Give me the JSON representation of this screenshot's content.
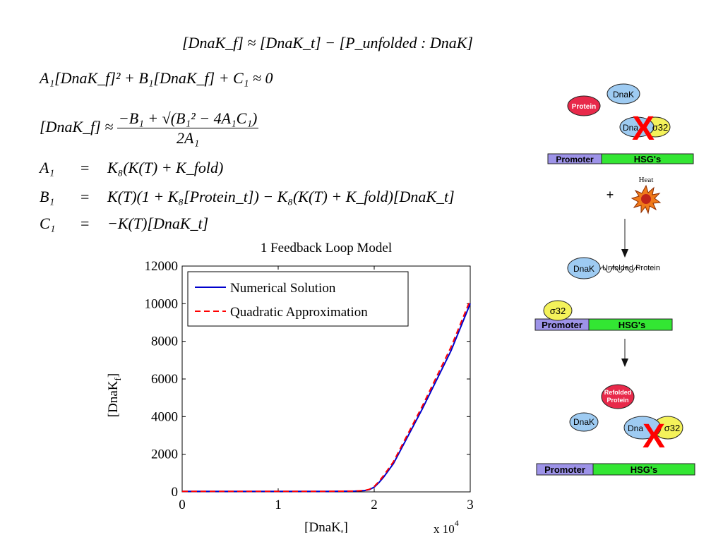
{
  "equations": {
    "eq1": "[DnaK_f] ≈ [DnaK_t] − [P_unfolded : DnaK]",
    "eq2": "A₁[DnaK_f]² + B₁[DnaK_f] + C₁ ≈ 0",
    "eq3_lhs": "[DnaK_f] ≈",
    "eq3_num": "−B₁ + √(B₁² − 4A₁C₁)",
    "eq3_den": "2A₁",
    "a1_lhs": "A₁",
    "a1_rhs": "K₈(K(T) + K_fold)",
    "b1_lhs": "B₁",
    "b1_rhs": "K(T)(1 + K₈[Protein_t]) − K₈(K(T) + K_fold)[DnaK_t]",
    "c1_lhs": "C₁",
    "c1_rhs": "−K(T)[DnaK_t]",
    "eq_sign": "="
  },
  "chart_data": {
    "type": "line",
    "title": "1 Feedback Loop Model",
    "xlabel": "[DnaK_t]",
    "ylabel": "[DnaK_f]",
    "x_multiplier": "x 10^4",
    "xlim": [
      0,
      30000
    ],
    "ylim": [
      0,
      12000
    ],
    "x_ticks": [
      0,
      10000,
      20000,
      30000
    ],
    "x_tick_labels": [
      "0",
      "1",
      "2",
      "3"
    ],
    "y_ticks": [
      0,
      2000,
      4000,
      6000,
      8000,
      10000,
      12000
    ],
    "y_tick_labels": [
      "0",
      "2000",
      "4000",
      "6000",
      "8000",
      "10000",
      "12000"
    ],
    "grid": false,
    "legend_position": "top-left",
    "series": [
      {
        "name": "Numerical Solution",
        "color": "#0000cc",
        "style": "solid",
        "x": [
          0,
          5000,
          10000,
          15000,
          18000,
          19000,
          19500,
          20000,
          20500,
          21000,
          22000,
          25000,
          28000,
          30000
        ],
        "y": [
          30,
          30,
          30,
          30,
          40,
          70,
          120,
          250,
          500,
          800,
          1500,
          4400,
          7500,
          10000
        ]
      },
      {
        "name": "Quadratic Approximation",
        "color": "#ff0000",
        "style": "dashed",
        "x": [
          0,
          5000,
          10000,
          15000,
          18000,
          19000,
          19500,
          20000,
          20500,
          21000,
          22000,
          25000,
          28000,
          30000
        ],
        "y": [
          30,
          30,
          30,
          30,
          45,
          80,
          140,
          290,
          560,
          880,
          1600,
          4550,
          7700,
          10200
        ]
      }
    ]
  },
  "diagram": {
    "protein": "Protein",
    "dnak": "DnaK",
    "dnak_partial": "Dna",
    "sigma32": "σ32",
    "promoter": "Promoter",
    "hsgs": "HSG's",
    "plus": "+",
    "heat": "Heat",
    "unfolded_protein": "Unfolded Protein",
    "refolded_line1": "Refolded",
    "refolded_line2": "Protein",
    "x_mark": "X",
    "colors": {
      "promoter": "#9d93e8",
      "hsgs": "#33e633",
      "protein": "#e8294a",
      "dnak": "#9ecbf2",
      "sigma32": "#f4f25a",
      "x_mark": "#ff0000"
    }
  }
}
